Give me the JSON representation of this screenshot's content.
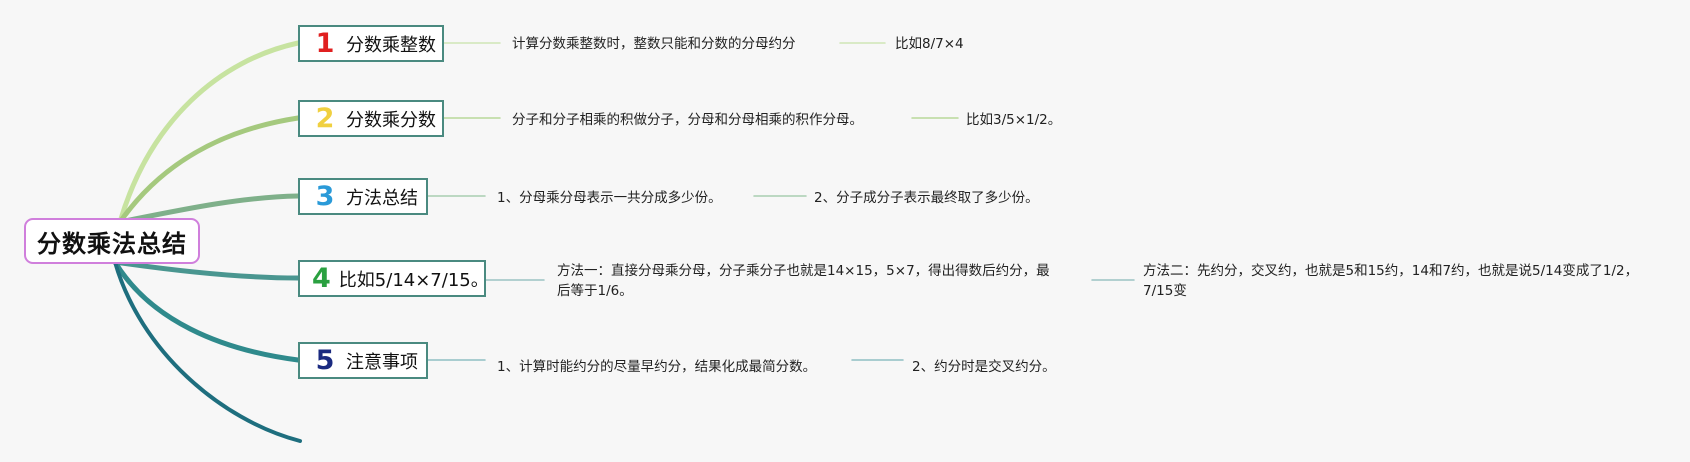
{
  "root": {
    "label": "分数乘法总结"
  },
  "topics": [
    {
      "number": "1",
      "color": "#e02020",
      "label": "分数乘整数",
      "branch_color": "#c7e3a0",
      "line_color": "#cfe6b6",
      "notes": [
        "计算分数乘整数时，整数只能和分数的分母约分",
        "比如8/7×4"
      ]
    },
    {
      "number": "2",
      "color": "#f0d040",
      "label": "分数乘分数",
      "branch_color": "#a5c97e",
      "line_color": "#b9d99a",
      "notes": [
        "分子和分子相乘的积做分子，分母和分母相乘的积作分母。",
        "比如3/5×1/2。"
      ]
    },
    {
      "number": "3",
      "color": "#2a9ad8",
      "label": "方法总结",
      "branch_color": "#7fb08a",
      "line_color": "#a8cdb0",
      "notes": [
        "1、分母乘分母表示一共分成多少份。",
        "2、分子成分子表示最终取了多少份。"
      ]
    },
    {
      "number": "4",
      "color": "#2aa040",
      "label": "比如5/14×7/15。",
      "branch_color": "#4a9690",
      "line_color": "#9cc4c4",
      "notes": [
        "方法一：直接分母乘分母，分子乘分子也就是14×15，5×7，得出得数后约分，最后等于1/6。",
        "方法二：先约分，交叉约，也就是5和15约，14和7约，也就是说5/14变成了1/2，7/15变"
      ]
    },
    {
      "number": "5",
      "color": "#1a2a80",
      "label": "注意事项",
      "branch_color": "#2f8a8c",
      "line_color": "#8fbfc4",
      "notes": [
        "1、计算时能约分的尽量早约分，结果化成最简分数。",
        "2、约分时是交叉约分。"
      ]
    }
  ],
  "extra_branch_color": "#1e6e7e"
}
